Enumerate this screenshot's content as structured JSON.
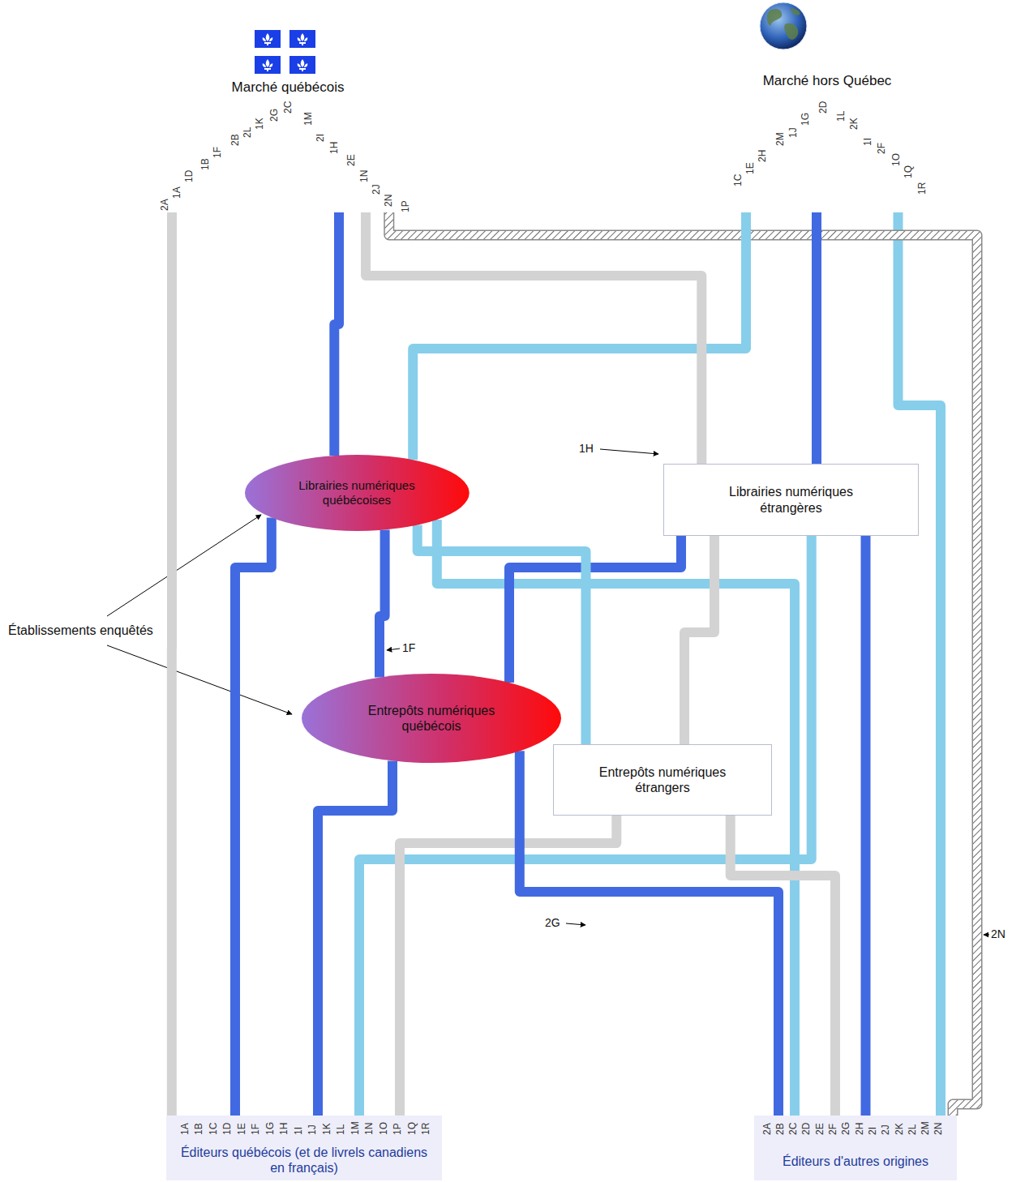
{
  "diagram": {
    "nodes": [
      {
        "text": [
          "Marché québécois"
        ]
      },
      {
        "text": [
          "Marché hors Québec"
        ]
      },
      {
        "text": [
          "Librairies numériques québécoises"
        ]
      },
      {
        "text": [
          "Librairies numériques étrangères"
        ]
      },
      {
        "text": [
          "Entrepôts numériques québécois"
        ]
      },
      {
        "text": [
          "Entrepôts numériques étrangers"
        ]
      },
      {
        "text": [
          "Éditeurs québécois (et de livrels canadiens en français)"
        ]
      },
      {
        "text": [
          "Éditeurs d'autres origines"
        ]
      }
    ],
    "edges": [
      {
        "from": 6,
        "to": 0,
        "arrow": "none"
      },
      {
        "from": 6,
        "to": 2,
        "arrow": "none"
      },
      {
        "from": 6,
        "to": 4,
        "arrow": "none"
      },
      {
        "from": 6,
        "to": 3,
        "arrow": "none"
      },
      {
        "from": 6,
        "to": 5,
        "arrow": "none"
      },
      {
        "from": 7,
        "to": 4,
        "arrow": "none"
      },
      {
        "from": 7,
        "to": 2,
        "arrow": "none"
      },
      {
        "from": 7,
        "to": 5,
        "arrow": "none"
      },
      {
        "from": 7,
        "to": 3,
        "arrow": "none"
      },
      {
        "from": 7,
        "to": 1,
        "arrow": "none"
      },
      {
        "from": 7,
        "to": 0,
        "arrow": "none"
      },
      {
        "from": 4,
        "to": 2,
        "arrow": "none"
      },
      {
        "from": 4,
        "to": 3,
        "arrow": "none"
      },
      {
        "from": 5,
        "to": 2,
        "arrow": "none"
      },
      {
        "from": 5,
        "to": 3,
        "arrow": "none"
      },
      {
        "from": 2,
        "to": 0,
        "arrow": "none"
      },
      {
        "from": 2,
        "to": 1,
        "arrow": "none"
      },
      {
        "from": 3,
        "to": 0,
        "arrow": "none"
      },
      {
        "from": 3,
        "to": 1,
        "arrow": "none"
      }
    ],
    "labels": [
      "Établissements enquêtés",
      "2A",
      "1A",
      "1D",
      "1B",
      "1F",
      "2B",
      "2L",
      "1K",
      "2G",
      "2C",
      "1M",
      "2I",
      "1H",
      "2E",
      "1N",
      "2J",
      "2N",
      "1P",
      "1C",
      "1E",
      "2H",
      "2M",
      "1J",
      "1G",
      "2D",
      "1L",
      "2K",
      "1I",
      "2F",
      "1O",
      "1Q",
      "1R",
      "1A",
      "1B",
      "1C",
      "1D",
      "1E",
      "1F",
      "1G",
      "1H",
      "1I",
      "1J",
      "1K",
      "1L",
      "1M",
      "1N",
      "1O",
      "1P",
      "1Q",
      "1R",
      "2A",
      "2B",
      "2C",
      "2D",
      "2E",
      "2F",
      "2G",
      "2H",
      "2I",
      "2J",
      "2K",
      "2L",
      "2M",
      "2N",
      "1H",
      "1F",
      "2G",
      "2N"
    ]
  }
}
